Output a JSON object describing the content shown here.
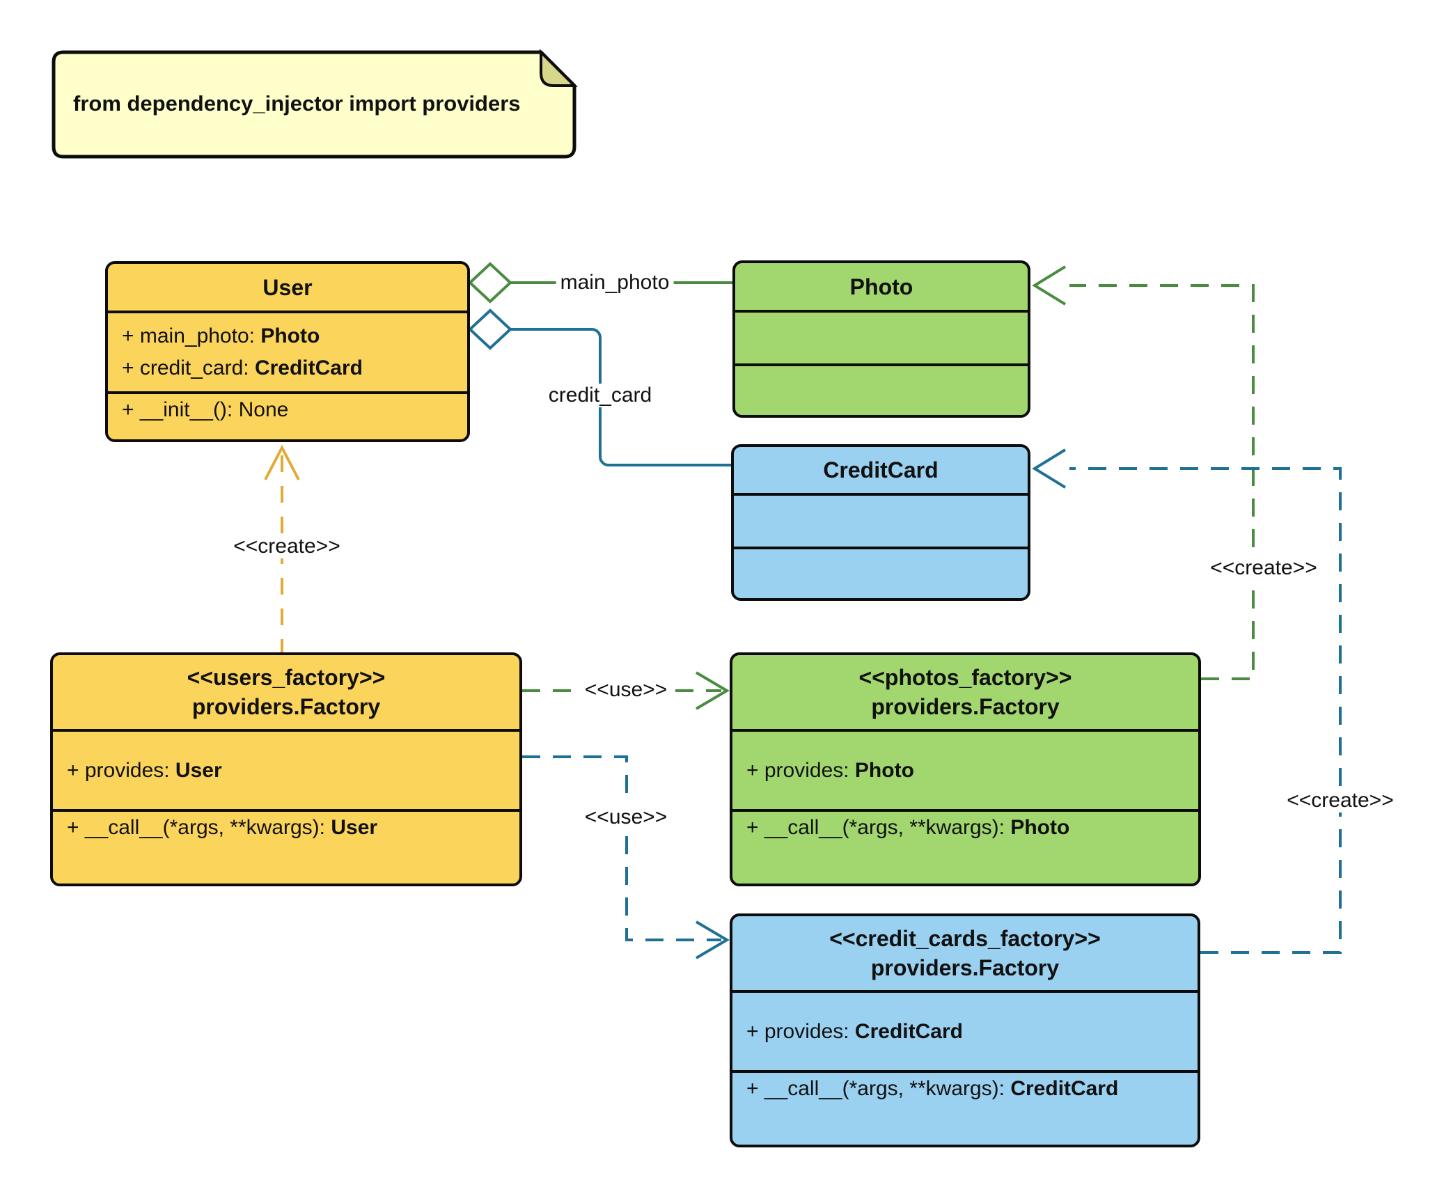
{
  "note": {
    "text": "from dependency_injector import providers"
  },
  "colors": {
    "class_yellow": "#fbd45c",
    "class_green": "#a2d76f",
    "class_blue": "#9ad0f0",
    "note_fill": "#ffffcc",
    "note_fold": "#d6d68c",
    "edge_green": "#4a8b41",
    "edge_teal": "#1e7195",
    "edge_orange": "#e0ac38"
  },
  "classes": {
    "user": {
      "name": "User",
      "attributes": [
        {
          "prefix": "+ main_photo: ",
          "type": "Photo"
        },
        {
          "prefix": "+ credit_card: ",
          "type": "CreditCard"
        }
      ],
      "methods": [
        {
          "prefix": "+ __init__(): None",
          "type": ""
        }
      ]
    },
    "photo": {
      "name": "Photo"
    },
    "credit_card": {
      "name": "CreditCard"
    },
    "users_factory": {
      "stereotype": "<<users_factory>>",
      "name": "providers.Factory",
      "attributes": [
        {
          "prefix": "+ provides: ",
          "type": "User"
        }
      ],
      "methods": [
        {
          "prefix": "+ __call__(*args, **kwargs): ",
          "type": "User"
        }
      ]
    },
    "photos_factory": {
      "stereotype": "<<photos_factory>>",
      "name": "providers.Factory",
      "attributes": [
        {
          "prefix": "+ provides: ",
          "type": "Photo"
        }
      ],
      "methods": [
        {
          "prefix": "+ __call__(*args, **kwargs): ",
          "type": "Photo"
        }
      ]
    },
    "credit_cards_factory": {
      "stereotype": "<<credit_cards_factory>>",
      "name": "providers.Factory",
      "attributes": [
        {
          "prefix": "+ provides: ",
          "type": "CreditCard"
        }
      ],
      "methods": [
        {
          "prefix": "+ __call__(*args, **kwargs): ",
          "type": "CreditCard"
        }
      ]
    }
  },
  "edges": {
    "main_photo_label": "main_photo",
    "credit_card_label": "credit_card",
    "create_label": "<<create>>",
    "use_label": "<<use>>"
  }
}
